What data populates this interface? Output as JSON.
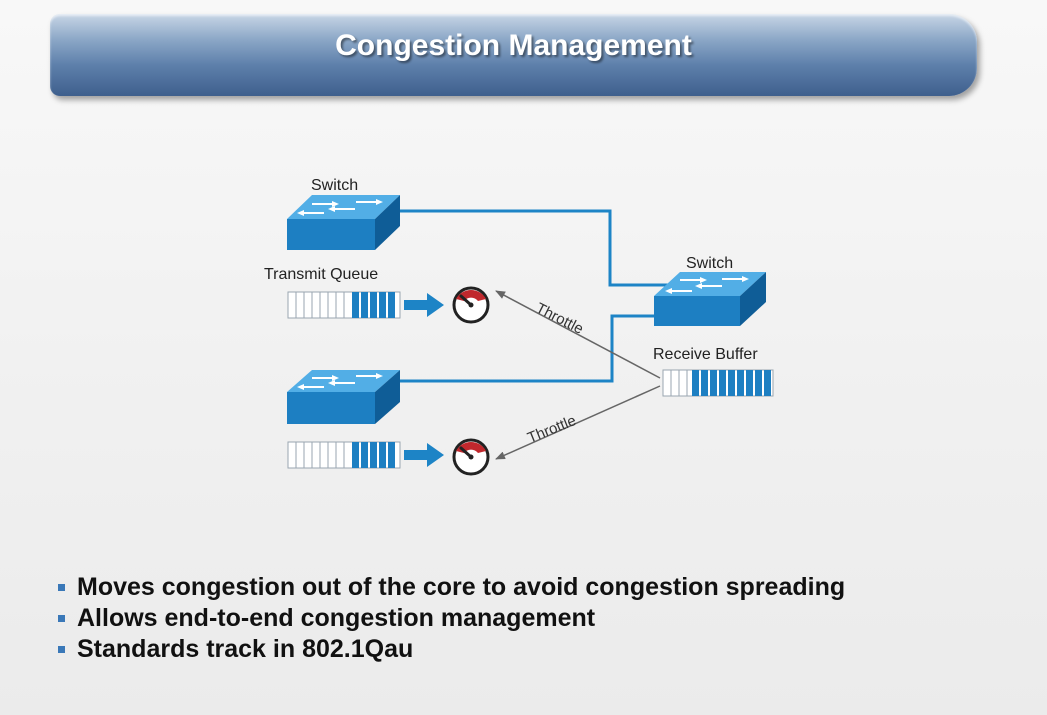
{
  "title": "Congestion Management",
  "diagram": {
    "switch_top_label": "Switch",
    "transmit_queue_label": "Transmit Queue",
    "switch_right_label": "Switch",
    "receive_buffer_label": "Receive Buffer",
    "throttle_upper_label": "Throttle",
    "throttle_lower_label": "Throttle"
  },
  "bullets": [
    "Moves congestion out of the core to avoid congestion spreading",
    "Allows end-to-end congestion management",
    "Standards track in 802.1Qau"
  ],
  "colors": {
    "switch_blue": "#1d7fc2",
    "link_blue": "#1d84c6",
    "gauge_red": "#c0282d",
    "bullet_blue": "#3a78b8",
    "title_bar_blue": "#4a6f9d"
  }
}
